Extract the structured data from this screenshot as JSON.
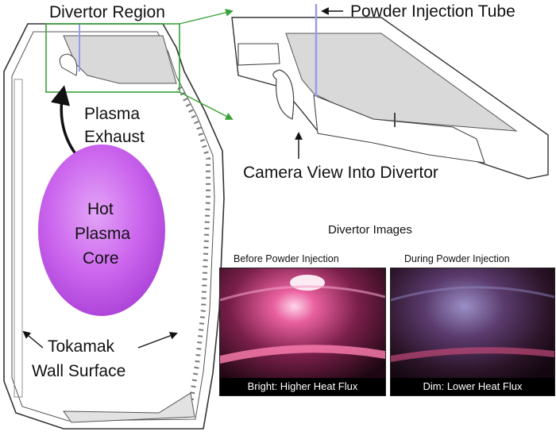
{
  "labels": {
    "divertor_region": "Divertor Region",
    "powder_tube": "Powder Injection Tube",
    "plasma_exhaust_1": "Plasma",
    "plasma_exhaust_2": "Exhaust",
    "core_1": "Hot",
    "core_2": "Plasma",
    "core_3": "Core",
    "camera_view": "Camera View Into Divertor",
    "wall_1": "Tokamak",
    "wall_2": "Wall Surface",
    "divertor_images": "Divertor Images",
    "before": "Before Powder Injection",
    "during": "During Powder Injection",
    "caption_bright": "Bright: Higher Heat Flux",
    "caption_dim": "Dim: Lower Heat Flux"
  },
  "colors": {
    "zoom_box": "#3aa23a",
    "core_fill": "#cc66ee",
    "divertor_fill": "#d9d9d9",
    "tube": "#9a9aee",
    "wall_stroke": "#333333",
    "photo_bg": "#1a0a14"
  }
}
